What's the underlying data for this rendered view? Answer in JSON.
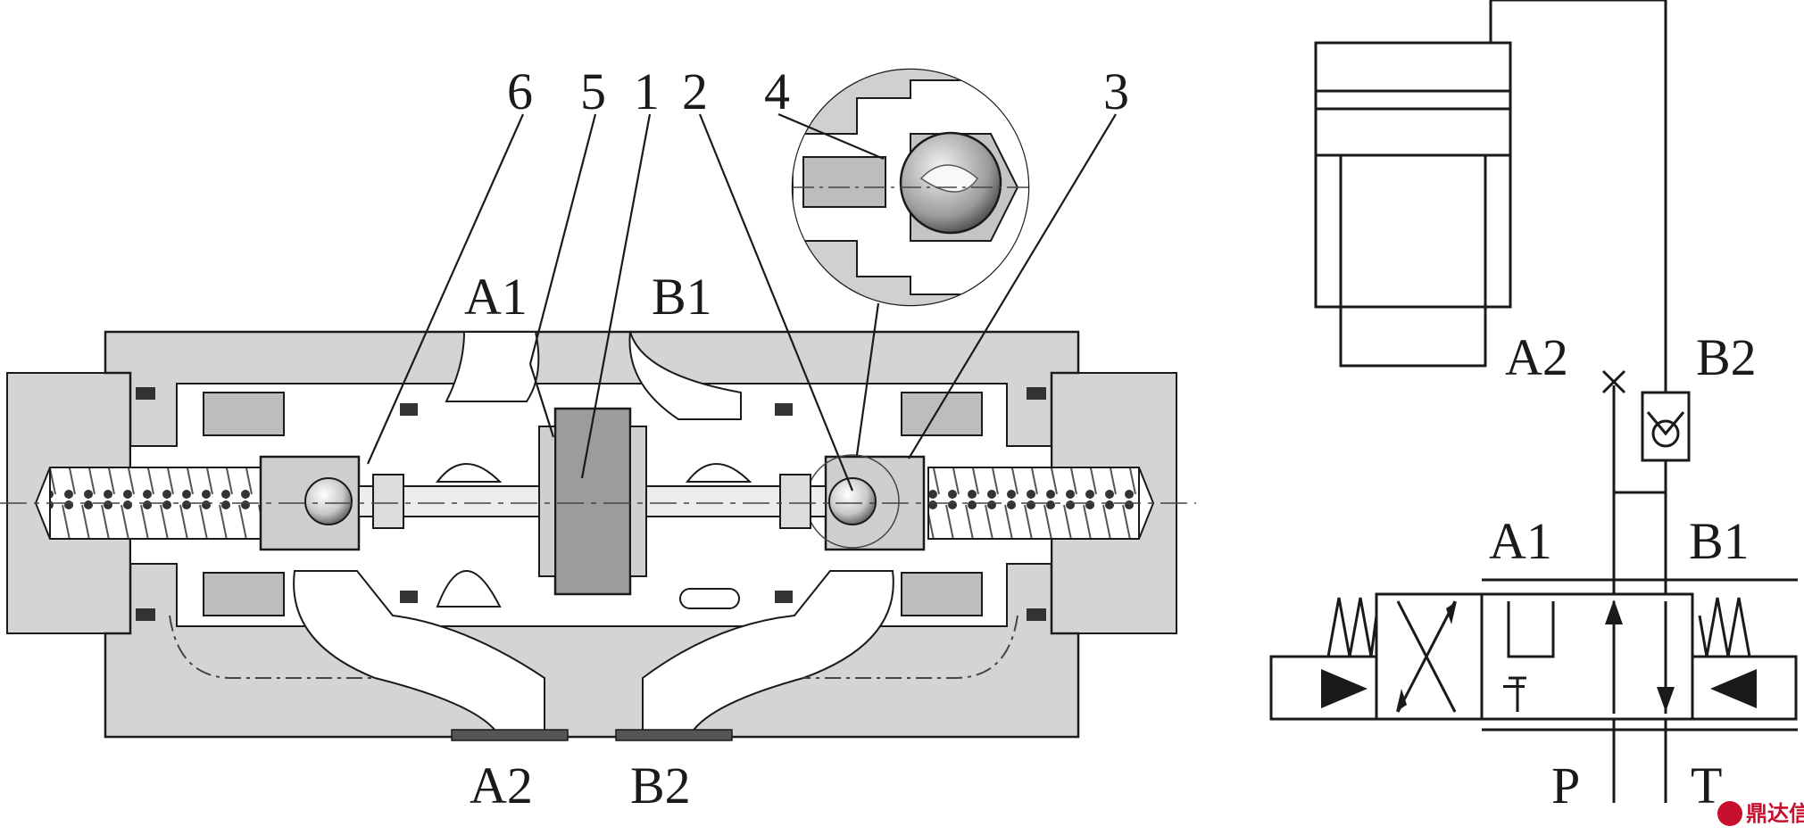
{
  "callouts": [
    "6",
    "5",
    "1",
    "2",
    "4",
    "3"
  ],
  "section_ports": {
    "a1": "A1",
    "b1": "B1",
    "a2": "A2",
    "b2": "B2"
  },
  "schematic_ports": {
    "a2": "A2",
    "b2": "B2",
    "a1": "A1",
    "b1": "B1",
    "p": "P",
    "t": "T"
  },
  "watermark": "鼎达信",
  "colors": {
    "body_fill": "#d4d4d4",
    "inner_fill": "#ffffff",
    "dark_fill": "#4a4a4a",
    "line": "#1a1a1a",
    "seal": "#333333",
    "watermark": "#c8102e"
  }
}
